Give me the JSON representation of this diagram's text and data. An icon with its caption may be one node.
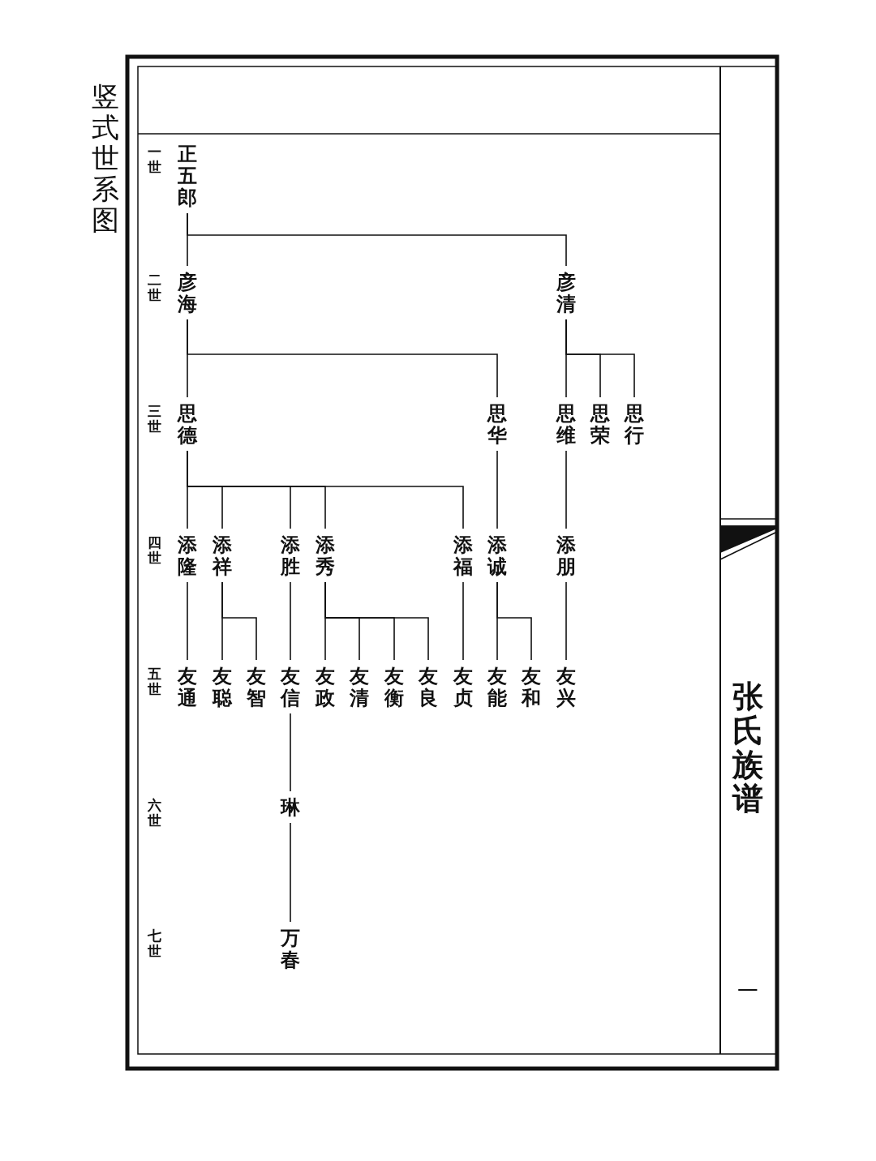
{
  "diagram": {
    "title": "竖式世系图",
    "nodes": [
      {
        "text": [
          "正五郎"
        ]
      },
      {
        "text": [
          "彦海"
        ]
      },
      {
        "text": [
          "彦清"
        ]
      },
      {
        "text": [
          "思德"
        ]
      },
      {
        "text": [
          "思华"
        ]
      },
      {
        "text": [
          "思维"
        ]
      },
      {
        "text": [
          "思荣"
        ]
      },
      {
        "text": [
          "思行"
        ]
      },
      {
        "text": [
          "添隆"
        ]
      },
      {
        "text": [
          "添祥"
        ]
      },
      {
        "text": [
          "添胜"
        ]
      },
      {
        "text": [
          "添秀"
        ]
      },
      {
        "text": [
          "添福"
        ]
      },
      {
        "text": [
          "添诚"
        ]
      },
      {
        "text": [
          "添朋"
        ]
      },
      {
        "text": [
          "友通"
        ]
      },
      {
        "text": [
          "友聪"
        ]
      },
      {
        "text": [
          "友智"
        ]
      },
      {
        "text": [
          "友信"
        ]
      },
      {
        "text": [
          "友政"
        ]
      },
      {
        "text": [
          "友清"
        ]
      },
      {
        "text": [
          "友衡"
        ]
      },
      {
        "text": [
          "友良"
        ]
      },
      {
        "text": [
          "友贞"
        ]
      },
      {
        "text": [
          "友能"
        ]
      },
      {
        "text": [
          "友和"
        ]
      },
      {
        "text": [
          "友兴"
        ]
      },
      {
        "text": [
          "琳"
        ]
      },
      {
        "text": [
          "万春"
        ]
      }
    ],
    "edges": [
      {
        "from": 0,
        "to": 1,
        "arrow": "none"
      },
      {
        "from": 0,
        "to": 2,
        "arrow": "none"
      },
      {
        "from": 1,
        "to": 3,
        "arrow": "none"
      },
      {
        "from": 1,
        "to": 4,
        "arrow": "none"
      },
      {
        "from": 2,
        "to": 5,
        "arrow": "none"
      },
      {
        "from": 2,
        "to": 6,
        "arrow": "none"
      },
      {
        "from": 2,
        "to": 7,
        "arrow": "none"
      },
      {
        "from": 3,
        "to": 8,
        "arrow": "none"
      },
      {
        "from": 3,
        "to": 9,
        "arrow": "none"
      },
      {
        "from": 3,
        "to": 10,
        "arrow": "none"
      },
      {
        "from": 3,
        "to": 11,
        "arrow": "none"
      },
      {
        "from": 3,
        "to": 12,
        "arrow": "none"
      },
      {
        "from": 4,
        "to": 13,
        "arrow": "none"
      },
      {
        "from": 5,
        "to": 14,
        "arrow": "none"
      },
      {
        "from": 8,
        "to": 15,
        "arrow": "none"
      },
      {
        "from": 9,
        "to": 16,
        "arrow": "none"
      },
      {
        "from": 9,
        "to": 17,
        "arrow": "none"
      },
      {
        "from": 10,
        "to": 18,
        "arrow": "none"
      },
      {
        "from": 11,
        "to": 19,
        "arrow": "none"
      },
      {
        "from": 11,
        "to": 20,
        "arrow": "none"
      },
      {
        "from": 11,
        "to": 21,
        "arrow": "none"
      },
      {
        "from": 11,
        "to": 22,
        "arrow": "none"
      },
      {
        "from": 12,
        "to": 23,
        "arrow": "none"
      },
      {
        "from": 13,
        "to": 24,
        "arrow": "none"
      },
      {
        "from": 13,
        "to": 25,
        "arrow": "none"
      },
      {
        "from": 14,
        "to": 26,
        "arrow": "none"
      },
      {
        "from": 18,
        "to": 27,
        "arrow": "none"
      },
      {
        "from": 27,
        "to": 28,
        "arrow": "none"
      }
    ],
    "labels": [
      "一世",
      "二世",
      "三世",
      "四世",
      "五世",
      "六世",
      "七世",
      "张氏族谱",
      "一"
    ]
  }
}
